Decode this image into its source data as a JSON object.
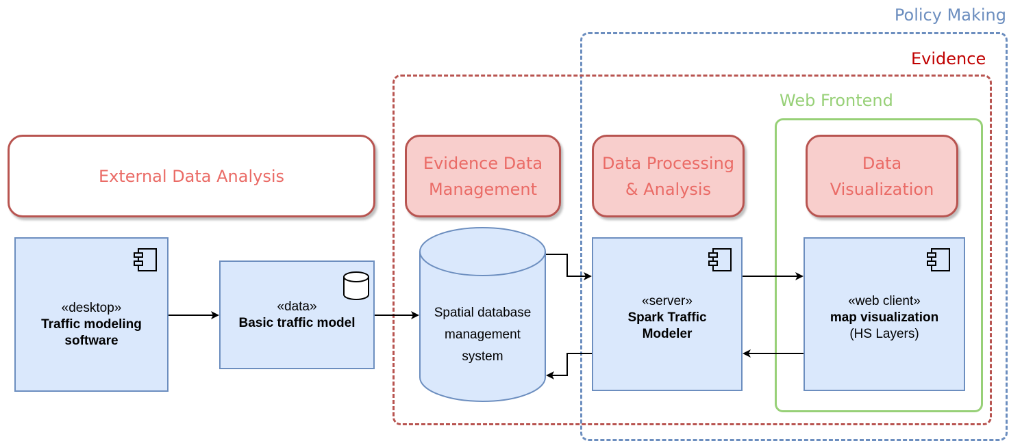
{
  "zones": {
    "policy_making": "Policy Making",
    "evidence": "Evidence",
    "web_frontend": "Web Frontend"
  },
  "categories": {
    "external": "External Data Analysis",
    "evidence_mgmt": "Evidence Data\nManagement",
    "processing": "Data Processing\n& Analysis",
    "visualization": "Data\nVisualization"
  },
  "components": {
    "desktop": {
      "stereotype": "«desktop»",
      "name": "Traffic modeling\nsoftware",
      "icon": "component-icon"
    },
    "data": {
      "stereotype": "«data»",
      "name": "Basic traffic model",
      "icon": "database-icon"
    },
    "database": {
      "label": "Spatial database\nmanagement\nsystem"
    },
    "server": {
      "stereotype": "«server»",
      "name": "Spark Traffic\nModeler",
      "icon": "component-icon"
    },
    "web": {
      "stereotype": "«web client»",
      "name": "map visualization",
      "sub": "(HS Layers)",
      "icon": "component-icon"
    }
  },
  "colors": {
    "policy_blue": "#6c8ebf",
    "evidence_red": "#b85450",
    "evidence_label": "#c00000",
    "web_green": "#97d077",
    "category_fill": "#f8cecc",
    "category_text": "#ea6b66",
    "component_fill": "#dae8fc"
  }
}
